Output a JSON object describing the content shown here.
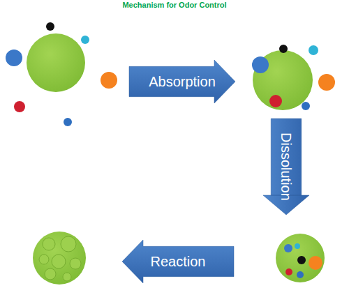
{
  "diagram": {
    "title": "Mechanism for Odor Control",
    "nodes": [
      {
        "text": [
          "Absorption"
        ]
      },
      {
        "text": [
          "Dissolution"
        ]
      },
      {
        "text": [
          "Reaction"
        ]
      }
    ]
  }
}
